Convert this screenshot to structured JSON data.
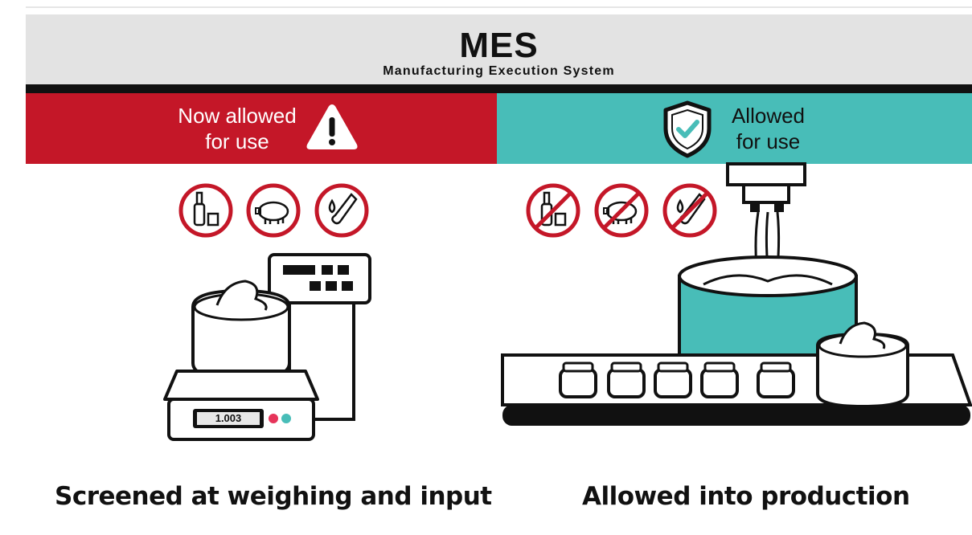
{
  "header": {
    "title": "MES",
    "subtitle": "Manufacturing Execution System"
  },
  "left_banner": {
    "line1": "Now allowed",
    "line2": "for use",
    "icon": "warning-icon",
    "color": "#c41728"
  },
  "right_banner": {
    "line1": "Allowed",
    "line2": "for use",
    "icon": "shield-check-icon",
    "color": "#48bdb8"
  },
  "prohibited_icons": [
    "no-alcohol-icon",
    "no-pork-icon",
    "no-blood-icon"
  ],
  "scale_readout": "1.003",
  "captions": {
    "left": "Screened at weighing and input",
    "right": "Allowed into production"
  }
}
